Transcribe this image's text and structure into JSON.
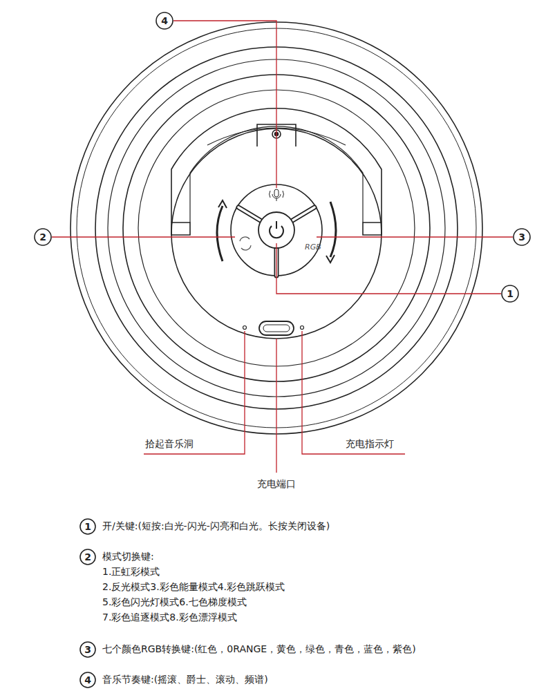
{
  "diagram": {
    "nodes": [
      {
        "text": [
          "4"
        ]
      },
      {
        "text": [
          "2"
        ]
      },
      {
        "text": [
          "3"
        ]
      },
      {
        "text": [
          "1"
        ]
      },
      {
        "text": [
          "1"
        ]
      },
      {
        "text": [
          "2"
        ]
      },
      {
        "text": [
          "3"
        ]
      },
      {
        "text": [
          "4"
        ]
      }
    ],
    "labels": [
      "RGB",
      "拾起音乐洞",
      "充电指示灯",
      "充电端口",
      "开/关键:(短按:白光-闪光-闪亮和白光。长按关闭设备)",
      "模式切换键:",
      "1.正虹彩模式",
      "2.反光模式3.彩色能量模式4.彩色跳跃模式",
      "5.彩色闪光灯模式6.七色梯度模式",
      "7.彩色追逐模式8.彩色漂浮模式",
      "七个颜色RGB转换键:(红色，0RANGE，黄色，绿色，青色，蓝色，紫色)",
      "音乐节奏键:(摇滚、爵士、滚动、频谱)"
    ]
  }
}
